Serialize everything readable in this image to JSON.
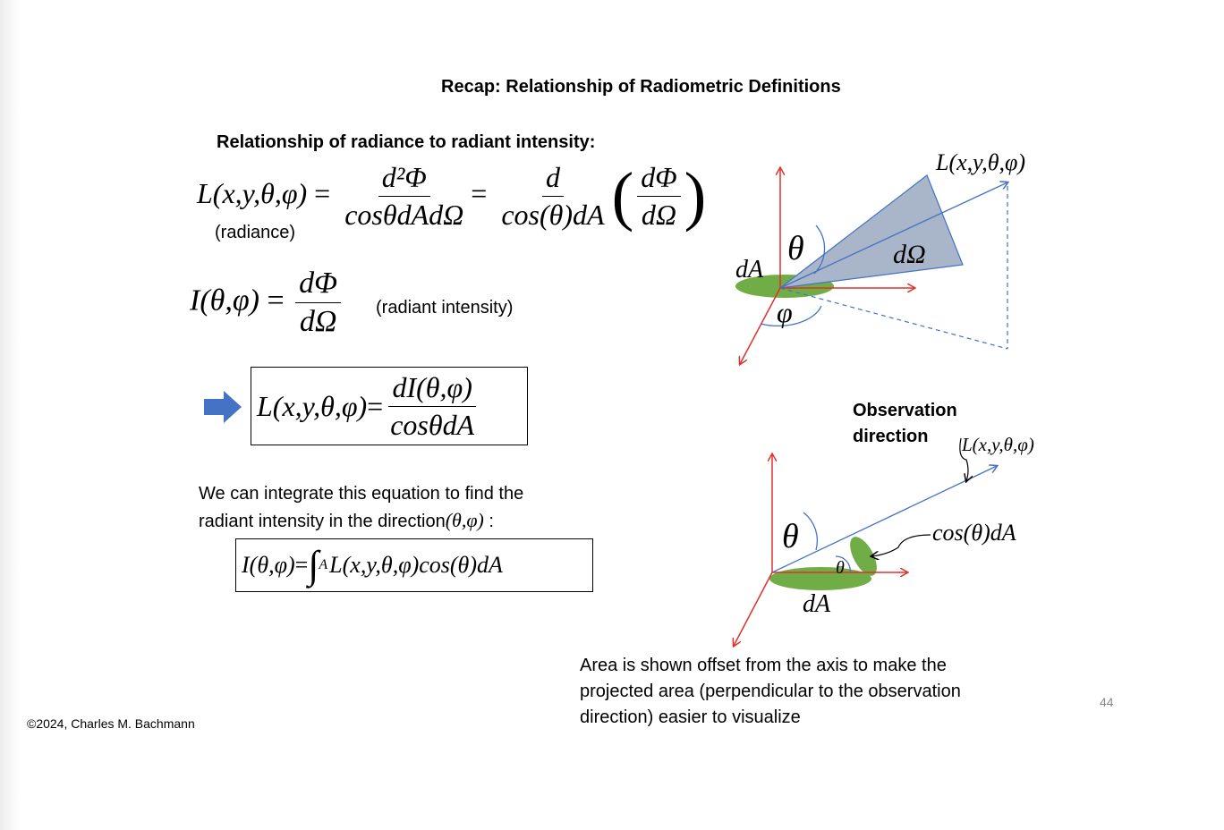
{
  "slide": {
    "title": "Recap: Relationship of Radiometric Definitions",
    "subtitle": "Relationship of radiance to radiant intensity:",
    "page_number": "44",
    "footer": "©2024, Charles M. Bachmann"
  },
  "equations": {
    "radiance_lhs": "L(x,y,θ,φ)",
    "radiance_num1": "d²Φ",
    "radiance_den1": "cosθdAdΩ",
    "radiance_num2": "d",
    "radiance_den2": "cos(θ)dA",
    "inner_num": "dΦ",
    "inner_den": "dΩ",
    "radiance_label": "(radiance)",
    "intensity_lhs": "I(θ,φ)",
    "intensity_num": "dΦ",
    "intensity_den": "dΩ",
    "intensity_label": "(radiant intensity)",
    "boxed_lhs": "L(x,y,θ,φ)",
    "boxed_num": "dI(θ,φ)",
    "boxed_den": "cosθdA",
    "integrate_line1": "We can integrate this equation to find the",
    "integrate_line2": "radiant intensity in the direction",
    "integrate_dir": "(θ,φ)",
    "integrate_colon": " :",
    "integral_lhs": "I(θ,φ)",
    "integral_sub": "A",
    "integral_rhs": "L(x,y,θ,φ)cos(θ)dA"
  },
  "diagram_top": {
    "label_L": "L(x,y,θ,φ)",
    "label_theta": "θ",
    "label_phi": "φ",
    "label_dA": "dA",
    "label_dOmega": "dΩ"
  },
  "diagram_bottom": {
    "label_obs_line1": "Observation",
    "label_obs_line2": "direction",
    "label_L": "L(x,y,θ,φ)",
    "label_theta": "θ",
    "label_theta_small": "θ",
    "label_cos": "cos(θ)dA",
    "label_dA": "dA"
  },
  "caption": {
    "line1": "Area is shown offset from the axis to make the",
    "line2": "projected area (perpendicular to the observation",
    "line3": "direction) easier to visualize"
  },
  "colors": {
    "axis_red": "#e0312b",
    "vector_blue": "#4472c4",
    "cone_fill": "#a9b5c9",
    "area_green": "#70ad47",
    "arrow_blue": "#4472c4"
  }
}
